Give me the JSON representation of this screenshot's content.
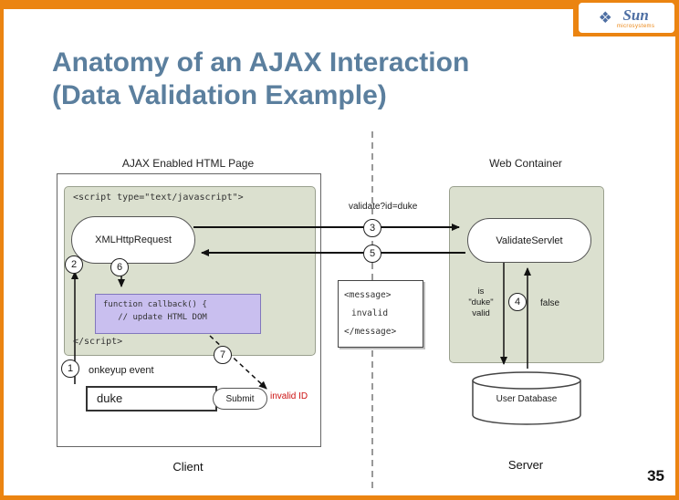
{
  "slide": {
    "title_line1": "Anatomy of an AJAX Interaction",
    "title_line2": "(Data Validation Example)",
    "page_number": "35",
    "logo": {
      "glyph": "❖",
      "name": "Sun",
      "sub": "microsystems"
    }
  },
  "diagram": {
    "client": {
      "heading": "AJAX Enabled HTML Page",
      "script_open": "<script type=\"text/javascript\">",
      "xhr_label": "XMLHttpRequest",
      "callback_line1": "function callback() {",
      "callback_line2": "   // update HTML DOM",
      "script_close": "</script>",
      "onkeyup": "onkeyup event",
      "input_value": "duke",
      "submit_label": "Submit",
      "invalid_id": "invalid ID",
      "caption": "Client"
    },
    "middle": {
      "request_label": "validate?id=duke",
      "message_line1": "<message>",
      "message_line2": "invalid",
      "message_line3": "</message>"
    },
    "server": {
      "heading": "Web Container",
      "servlet_label": "ValidateServlet",
      "query_line1": "is",
      "query_line2": "\"duke\"",
      "query_line3": "valid",
      "false_label": "false",
      "database_label": "User Database",
      "caption": "Server"
    },
    "steps": {
      "s1": "1",
      "s2": "2",
      "s3": "3",
      "s4": "4",
      "s5": "5",
      "s6": "6",
      "s7": "7"
    }
  }
}
